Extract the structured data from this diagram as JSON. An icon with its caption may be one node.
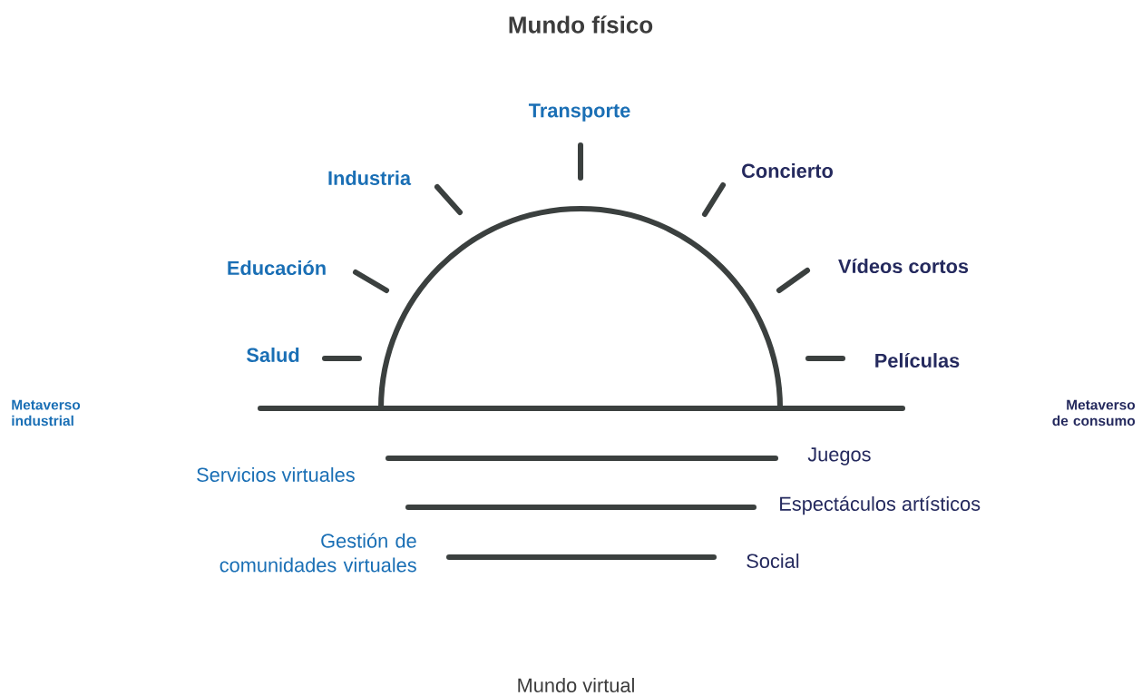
{
  "diagram": {
    "title": "Mundo físico",
    "labels": [
      "Transporte",
      "Industria",
      "Concierto",
      "Educación",
      "Vídeos cortos",
      "Salud",
      "Películas",
      "Metaverso industrial",
      "Metaverso de consumo",
      "Juegos",
      "Servicios virtuales",
      "Espectáculos artísticos",
      "Gestión de comunidades virtuales",
      "Social",
      "Mundo virtual"
    ]
  }
}
